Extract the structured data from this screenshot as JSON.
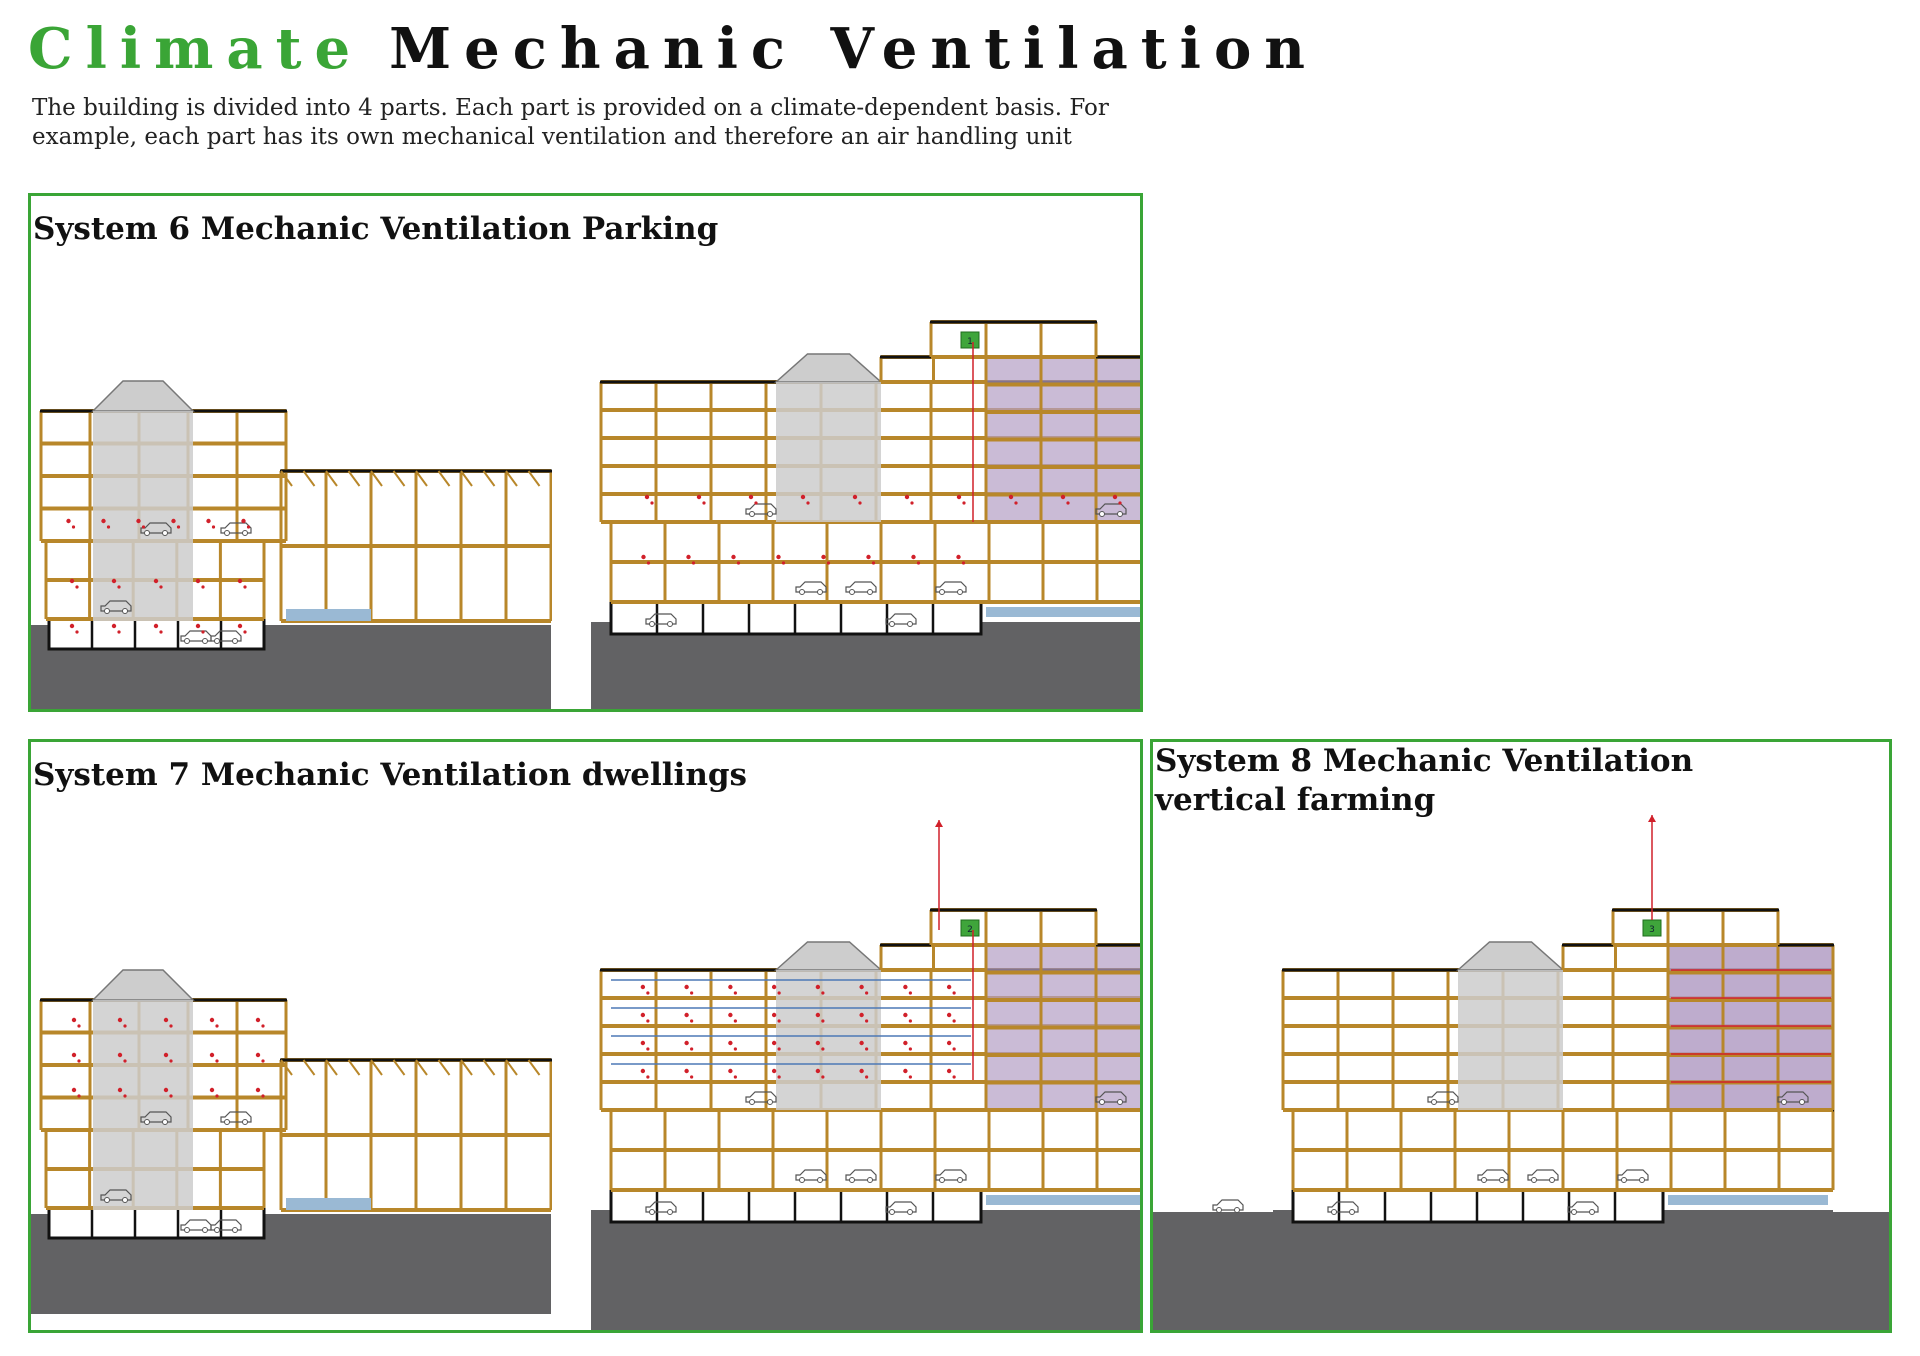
{
  "header": {
    "title_part1": "Climate",
    "title_part2": "Mechanic Ventilation",
    "intro": "The building is divided into 4 parts. Each part is provided on a climate-dependent basis. For example, each part has its own mechanical ventilation and therefore an air handling unit"
  },
  "panels": [
    {
      "id": "system-6",
      "title_lines": [
        "System 6 Mechanic Ventilation Parking"
      ],
      "ahu_label": "1"
    },
    {
      "id": "system-7",
      "title_lines": [
        "System 7 Mechanic Ventilation dwellings"
      ],
      "ahu_label": "2"
    },
    {
      "id": "system-8",
      "title_lines": [
        "System 8 Mechanic Ventilation",
        "vertical farming"
      ],
      "ahu_label": "3"
    }
  ],
  "colors": {
    "accent_green": "#3aa536",
    "structure_gold": "#b8872a",
    "ground_gray": "#626264",
    "glass_gray": "#cdcdcd",
    "farming_purple": "#b39ec4",
    "water_blue": "#9ab9d4",
    "duct_red": "#d1202a",
    "duct_blue": "#4d78b5",
    "ahu_green": "#3fa53b"
  }
}
